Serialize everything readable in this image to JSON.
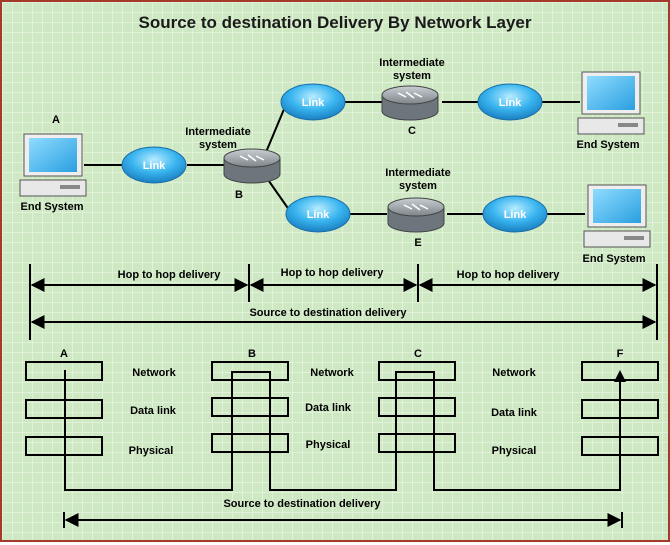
{
  "title": "Source to destination Delivery By Network Layer",
  "nodes": {
    "A": {
      "letter": "A",
      "label": "End System"
    },
    "B": {
      "letter": "B",
      "label_line1": "Intermediate",
      "label_line2": "system"
    },
    "C": {
      "letter": "C",
      "label_line1": "Intermediate",
      "label_line2": "system"
    },
    "E": {
      "letter": "E",
      "label_line1": "Intermediate",
      "label_line2": "system"
    },
    "end_top": {
      "label": "End System"
    },
    "end_bottom": {
      "label": "End System"
    }
  },
  "link_label": "Link",
  "hops": [
    "Hop to hop delivery",
    "Hop to hop delivery",
    "Hop to hop delivery"
  ],
  "source_to_destination": "Source to destination delivery",
  "stacks": {
    "letters": [
      "A",
      "B",
      "C",
      "F"
    ],
    "layers_left": [
      "Network",
      "Data link",
      "Physical"
    ],
    "layers_mid": [
      "Network",
      "Data link",
      "Physical"
    ],
    "layers_right": [
      "Network",
      "Data link",
      "Physical"
    ]
  },
  "bottom_label": "Source to destination delivery",
  "colors": {
    "border": "#a33a2a",
    "link_fill": "#39b5f0",
    "router_fill": "#8a9298",
    "background": "#cfe8c4"
  }
}
